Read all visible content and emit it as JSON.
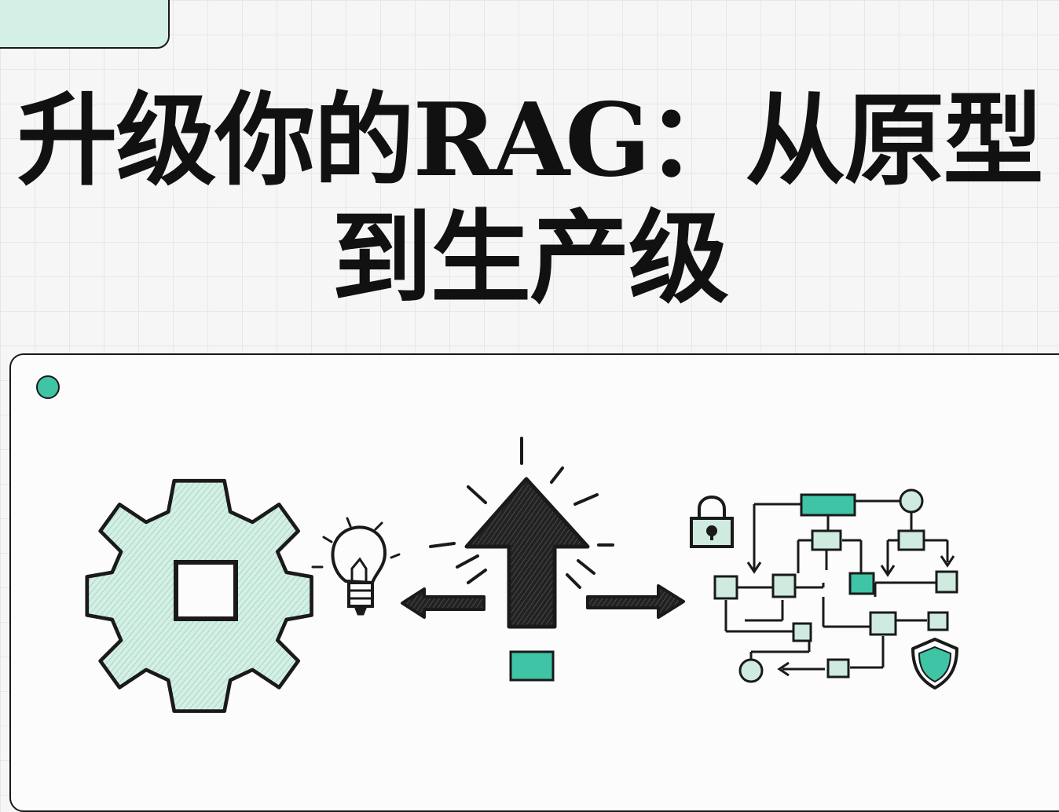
{
  "title": {
    "line1_prefix": "升级你的",
    "line1_rag": "RAG",
    "line1_suffix": "：从原型",
    "line2": "到生产级"
  },
  "colors": {
    "accent": "#3fc4a6",
    "pale_green": "#cfeadf",
    "ink": "#1a1a1a",
    "tab_fill": "#d3efe6"
  },
  "icons": [
    "gear-icon",
    "lightbulb-icon",
    "arrow-up-icon",
    "arrow-left-icon",
    "arrow-right-icon",
    "padlock-icon",
    "flowchart-icon",
    "shield-icon"
  ]
}
